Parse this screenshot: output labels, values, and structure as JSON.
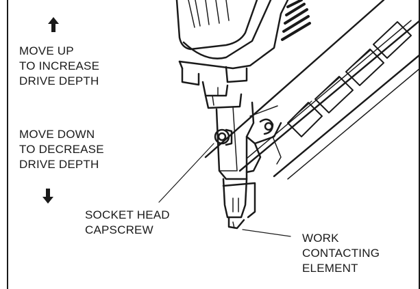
{
  "labels": {
    "move_up": [
      "MOVE UP",
      "TO INCREASE",
      "DRIVE DEPTH"
    ],
    "move_down": [
      "MOVE DOWN",
      "TO DECREASE",
      "DRIVE DEPTH"
    ],
    "socket": [
      "SOCKET HEAD",
      "CAPSCREW"
    ],
    "work": [
      "WORK",
      "CONTACTING",
      "ELEMENT"
    ]
  },
  "icons": {
    "up_arrow": "up-arrow-icon",
    "down_arrow": "down-arrow-icon"
  },
  "colors": {
    "ink": "#1a1a1a",
    "paper": "#ffffff"
  }
}
